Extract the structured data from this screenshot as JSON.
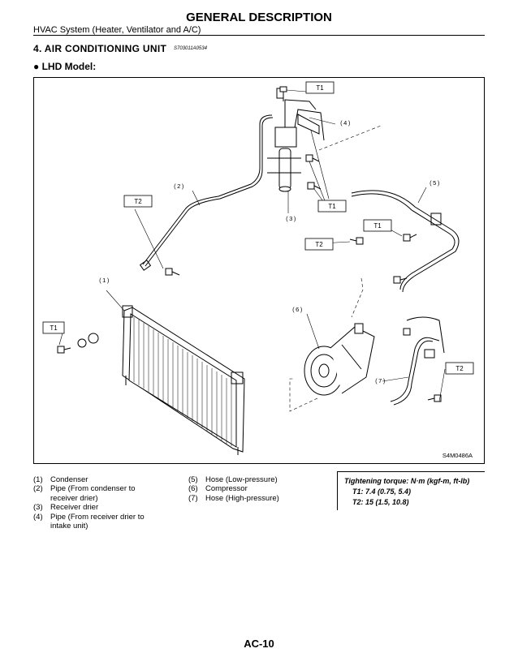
{
  "header": {
    "title": "GENERAL DESCRIPTION",
    "subtitle": "HVAC System (Heater, Ventilator and A/C)"
  },
  "section": {
    "title": "4. AIR CONDITIONING UNIT",
    "code": "S703011A0534",
    "model": "● LHD Model:"
  },
  "figure": {
    "callouts": [
      "(1)",
      "(2)",
      "(3)",
      "(4)",
      "(5)",
      "(6)",
      "(7)"
    ],
    "torque_tags": [
      "T1",
      "T1",
      "T1",
      "T1",
      "T2",
      "T2",
      "T2"
    ],
    "figure_code": "S4M0486A"
  },
  "legend_left": [
    {
      "num": "(1)",
      "lines": [
        "Condenser"
      ]
    },
    {
      "num": "(2)",
      "lines": [
        "Pipe (From condenser to",
        "receiver drier)"
      ]
    },
    {
      "num": "(3)",
      "lines": [
        "Receiver drier"
      ]
    },
    {
      "num": "(4)",
      "lines": [
        "Pipe (From receiver drier to",
        "intake unit)"
      ]
    }
  ],
  "legend_mid": [
    {
      "num": "(5)",
      "lines": [
        "Hose (Low-pressure)"
      ]
    },
    {
      "num": "(6)",
      "lines": [
        "Compressor"
      ]
    },
    {
      "num": "(7)",
      "lines": [
        "Hose (High-pressure)"
      ]
    }
  ],
  "torque": {
    "heading": "Tightening torque: N·m (kgf-m, ft-lb)",
    "t1": "T1: 7.4 (0.75, 5.4)",
    "t2": "T2: 15 (1.5, 10.8)"
  },
  "page_number": "AC-10"
}
